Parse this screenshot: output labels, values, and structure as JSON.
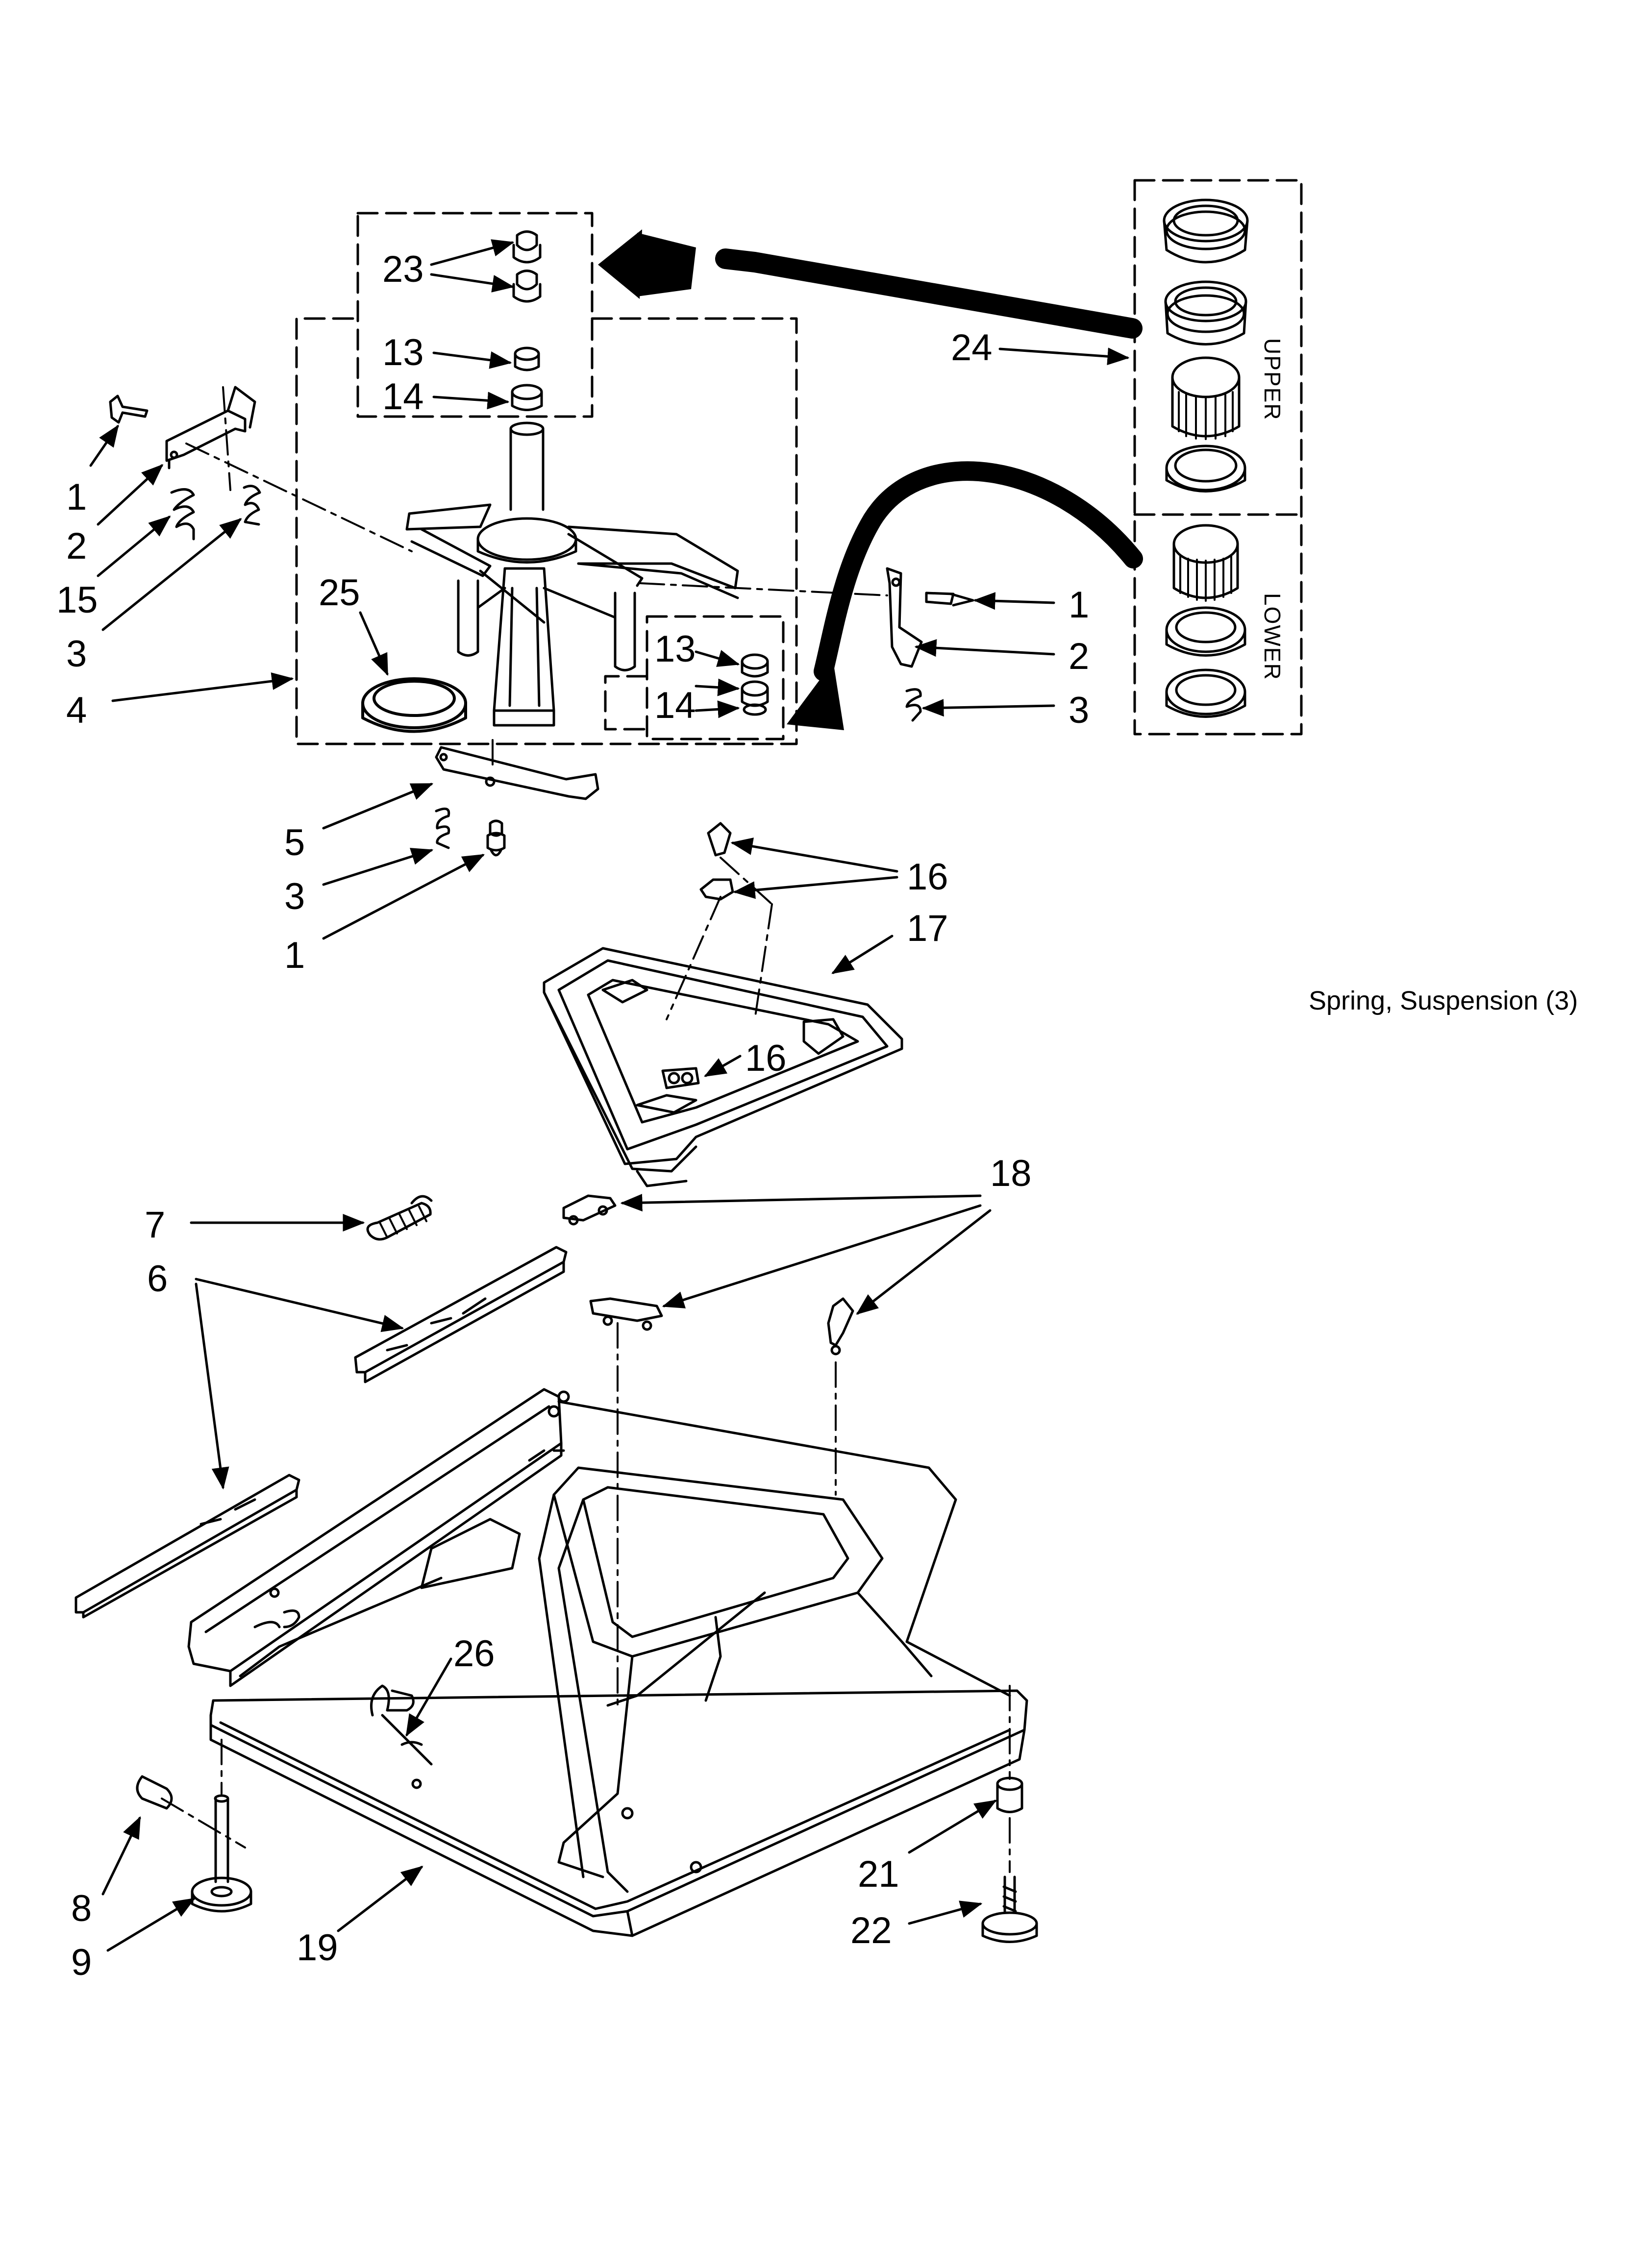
{
  "diagram": {
    "note": "Spring, Suspension (3)",
    "kit_labels": {
      "upper": "UPPER",
      "lower": "LOWER"
    },
    "callouts": {
      "c23": "23",
      "c13a": "13",
      "c14a": "14",
      "c1a": "1",
      "c2a": "2",
      "c15": "15",
      "c3a": "3",
      "c4": "4",
      "c25": "25",
      "c13b": "13",
      "c14b": "14",
      "c1b": "1",
      "c2b": "2",
      "c3b": "3",
      "c24": "24",
      "c5": "5",
      "c3c": "3",
      "c1c": "1",
      "c16a": "16",
      "c17": "17",
      "c16b": "16",
      "c7": "7",
      "c6": "6",
      "c18": "18",
      "c26": "26",
      "c8": "8",
      "c9": "9",
      "c19": "19",
      "c21": "21",
      "c22": "22"
    }
  }
}
